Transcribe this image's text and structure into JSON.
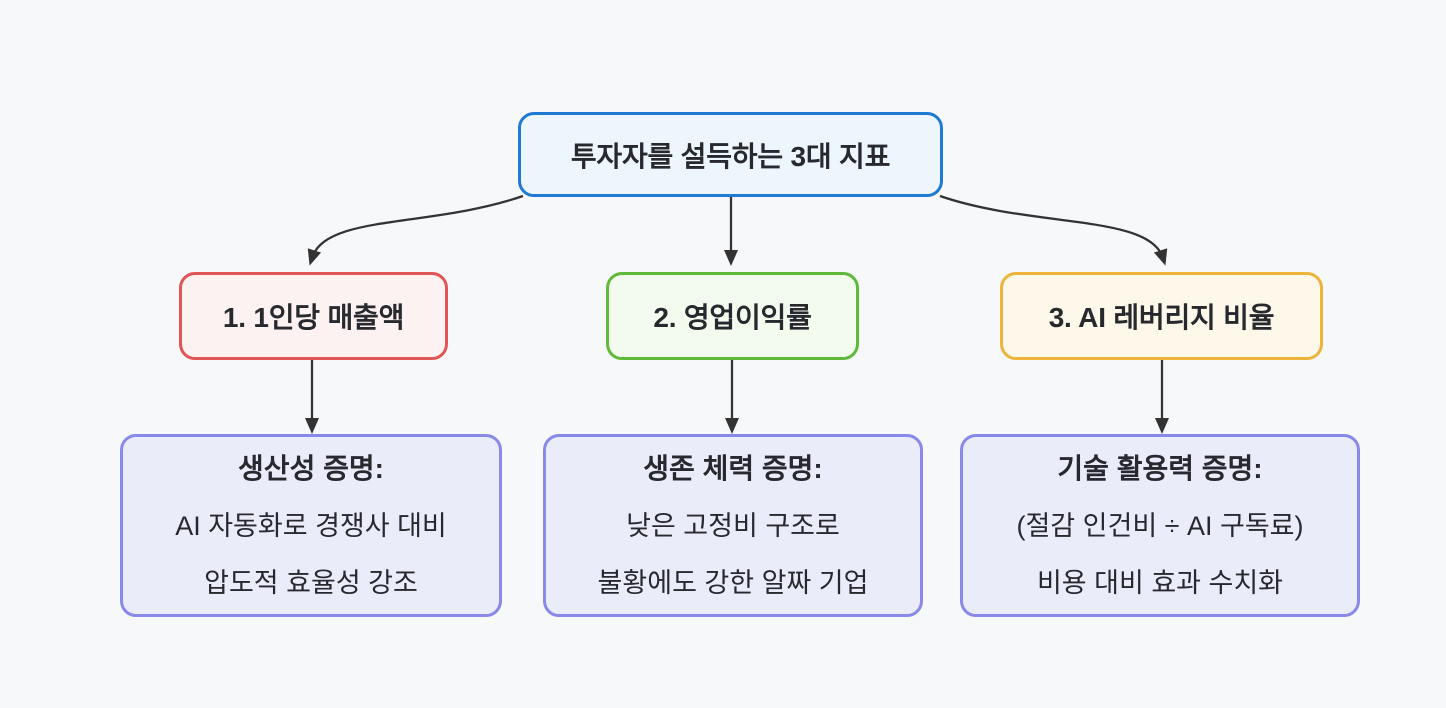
{
  "canvas_background": "#f7f8fa",
  "arrow_color": "#333333",
  "text_color": "#27292e",
  "root_node": {
    "label": "투자자를 설득하는 3대 지표",
    "border_color": "#1f7ad4",
    "fill_color": "#eef6fd"
  },
  "metric_nodes": [
    {
      "label": "1. 1인당 매출액",
      "border_color": "#e05555",
      "fill_color": "#fdf2f2"
    },
    {
      "label": "2. 영업이익률",
      "border_color": "#5fba39",
      "fill_color": "#f3faee"
    },
    {
      "label": "3. AI 레버리지 비율",
      "border_color": "#eeb33b",
      "fill_color": "#fdf8e9"
    }
  ],
  "detail_nodes": [
    {
      "heading": "생산성 증명:",
      "lines": [
        "AI 자동화로 경쟁사 대비",
        "압도적 효율성 강조"
      ],
      "border_color": "#8889e8",
      "fill_color": "#ebecfa"
    },
    {
      "heading": "생존 체력 증명:",
      "lines": [
        "낮은 고정비 구조로",
        "불황에도 강한 알짜 기업"
      ],
      "border_color": "#8889e8",
      "fill_color": "#ebecfa"
    },
    {
      "heading": "기술 활용력 증명:",
      "lines": [
        "(절감 인건비 ÷ AI 구독료)",
        "비용 대비 효과 수치화"
      ],
      "border_color": "#8889e8",
      "fill_color": "#ebecfa"
    }
  ]
}
